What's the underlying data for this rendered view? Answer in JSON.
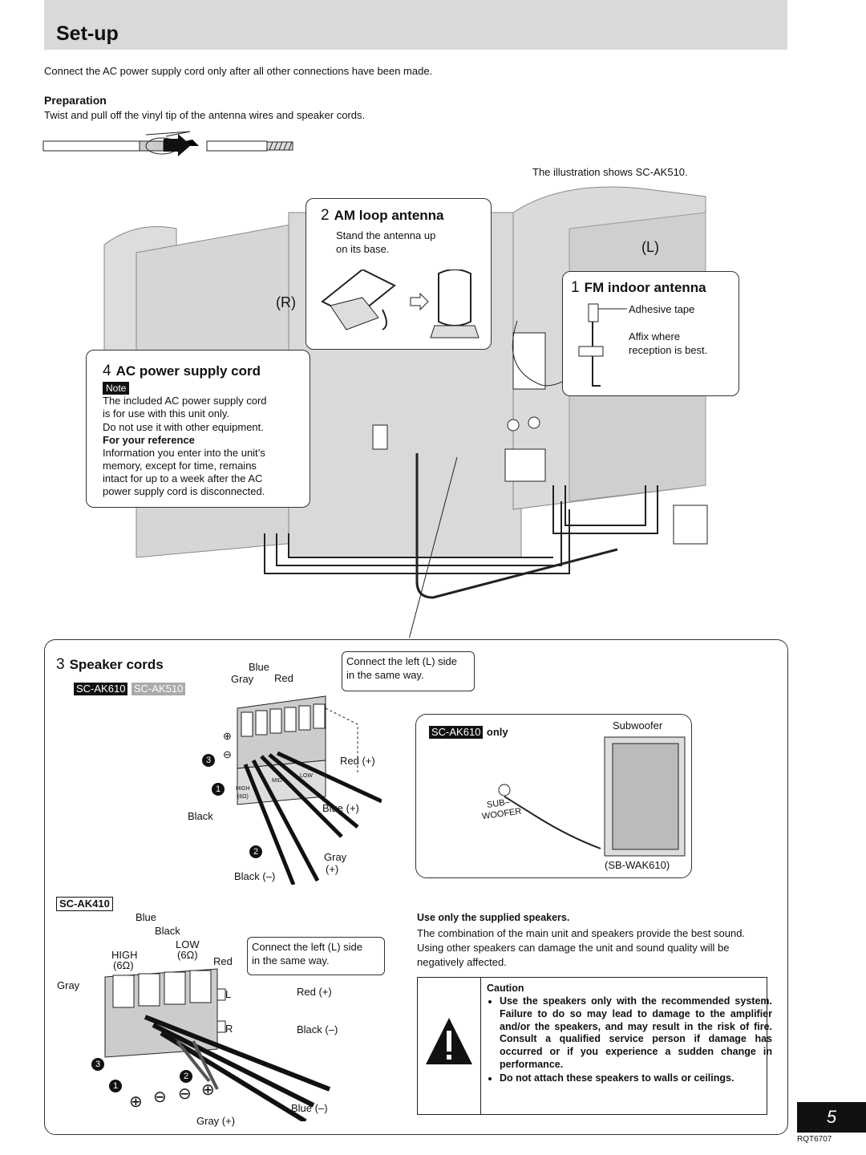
{
  "header": {
    "title": "Set-up"
  },
  "intro": "Connect the AC power supply cord only after all other connections have been made.",
  "preparation": {
    "heading": "Preparation",
    "text": "Twist and pull off the vinyl tip of the antenna wires and speaker cords."
  },
  "illustration_note": "The illustration shows SC-AK510.",
  "labels": {
    "r": "(R)",
    "l": "(L)"
  },
  "am_antenna": {
    "num": "2",
    "title": "AM loop antenna",
    "text1": "Stand the antenna up",
    "text2": "on its base."
  },
  "fm_antenna": {
    "num": "1",
    "title": "FM indoor antenna",
    "tape": "Adhesive tape",
    "affix1": "Affix where",
    "affix2": "reception is best."
  },
  "ac_cord": {
    "num": "4",
    "title": "AC power supply cord",
    "note_tag": "Note",
    "lines": [
      "The included AC power supply cord",
      "is for use with this unit only.",
      "Do not use it with other equipment."
    ],
    "ref_heading": "For your reference",
    "ref_lines": [
      "Information you enter into the unit’s",
      "memory, except for time, remains",
      "intact for up to a week after the AC",
      "power supply cord is disconnected."
    ]
  },
  "speaker_cords": {
    "num": "3",
    "title": "Speaker cords",
    "model1": "SC-AK610",
    "model2": "SC-AK510",
    "model3": "SC-AK410",
    "connect_left": [
      "Connect the left (L) side",
      "in the same way."
    ],
    "labels_top": {
      "blue": "Blue",
      "gray": "Gray",
      "red": "Red"
    },
    "labels_cords": {
      "red_plus": "Red (+)",
      "blue_plus": "Blue (+)",
      "black": "Black",
      "gray": "Gray",
      "plus": "(+)",
      "black_minus": "Black (–)"
    },
    "terminal_marks": {
      "plus": "⊕",
      "minus": "⊖",
      "step1": "1",
      "step2": "2",
      "step3": "3"
    },
    "terminal_text": {
      "high": "HIGH",
      "mid": "MID",
      "low": "LOW",
      "ohm": "(6Ω)"
    },
    "ak410": {
      "blue": "Blue",
      "black": "Black",
      "high": "HIGH",
      "low": "LOW",
      "ohm": "(6Ω)",
      "red": "Red",
      "gray": "Gray",
      "red_plus": "Red (+)",
      "black_minus": "Black (–)",
      "blue_minus": "Blue (–)",
      "gray_plus": "Gray (+)",
      "connect_left": [
        "Connect the left (L) side",
        "in the same way."
      ],
      "l": "L",
      "r": "R"
    }
  },
  "subwoofer": {
    "model": "SC-AK610",
    "only": "only",
    "title": "Subwoofer",
    "jack1": "SUB–",
    "jack2": "WOOFER",
    "model_name": "(SB-WAK610)"
  },
  "supplied": {
    "heading": "Use only the supplied speakers.",
    "lines": [
      "The combination of the main unit and speakers provide the best sound.",
      "Using other speakers can damage the unit and sound quality will be",
      "negatively affected."
    ]
  },
  "caution": {
    "heading": "Caution",
    "items": [
      "Use the speakers only with the recommended system. Failure to do so may lead to damage to the amplifier and/or the speakers, and may result in the risk of fire. Consult a qualified service person if damage has occurred or if you experience a sudden change in performance.",
      "Do not attach these speakers to walls or ceilings."
    ]
  },
  "footer": {
    "page": "5",
    "code": "RQT6707"
  }
}
